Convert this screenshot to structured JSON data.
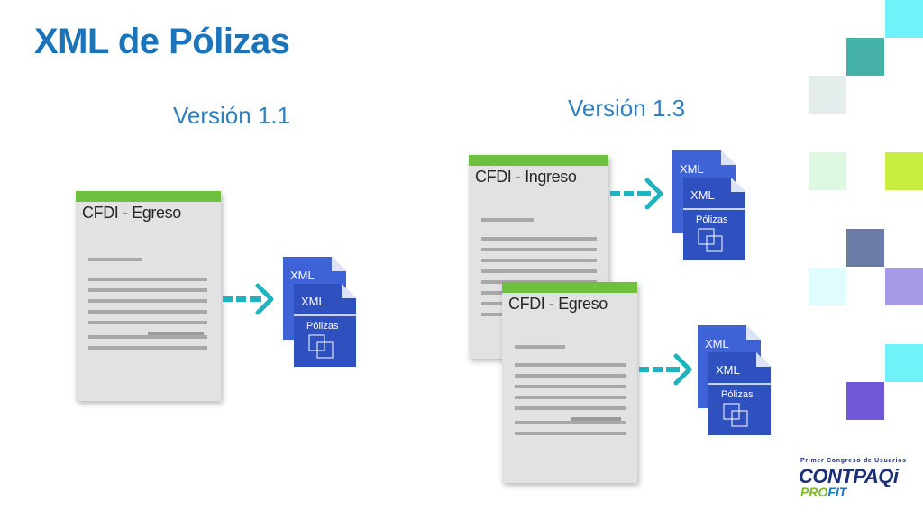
{
  "slide": {
    "title": "XML de Pólizas",
    "left_version": "Versión 1.1",
    "right_version": "Versión 1.3"
  },
  "documents": {
    "left_egreso": "CFDI - Egreso",
    "right_ingreso": "CFDI - Ingreso",
    "right_egreso": "CFDI - Egreso"
  },
  "xml_icon": {
    "back_label": "XML",
    "front_label": "XML",
    "caption": "Pólizas"
  },
  "logo": {
    "tagline": "Primer Congreso de Usuarios",
    "brand": "CONTPAQi",
    "pro": "PRO",
    "fit": "FIT"
  },
  "colors": {
    "title_blue": "#1b73b9",
    "doc_header_green": "#6fc040",
    "arrow_teal": "#1fb3bf",
    "xml_blue": "#3d63d6",
    "xml_blue_dark": "#2f50bf"
  },
  "decor_squares": [
    "#6ff2f8",
    "#45b1a8",
    "#e5ecec",
    "#dff8e2",
    "#c9ee42",
    "#6a7ca6",
    "#e0fdfd",
    "#a799e4",
    "#6ff2f8",
    "#7058d6"
  ]
}
